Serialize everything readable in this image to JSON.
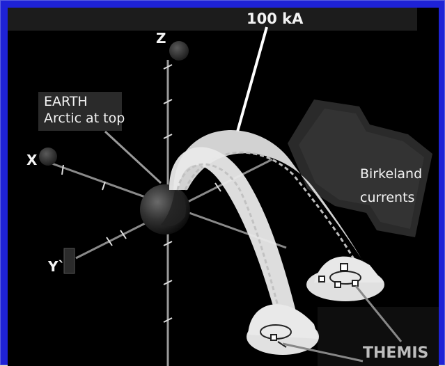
{
  "diagram": {
    "current_label": "100 kA",
    "axis_z_label": "Z",
    "axis_x_label": "X",
    "axis_y_label": "Y`",
    "earth_label_line1": "EARTH",
    "earth_label_line2": "Arctic at top",
    "birkeland_line1": "Birkeland",
    "birkeland_line2": "currents",
    "themis_label": "THEMIS"
  },
  "colors": {
    "frame": "#1e22d6",
    "outer_background": "#fbf0c4",
    "canvas": "#000000",
    "current_loops": "#e6e6e6",
    "label_text": "#f3f3f3",
    "themis_text": "#bdbdbd"
  }
}
